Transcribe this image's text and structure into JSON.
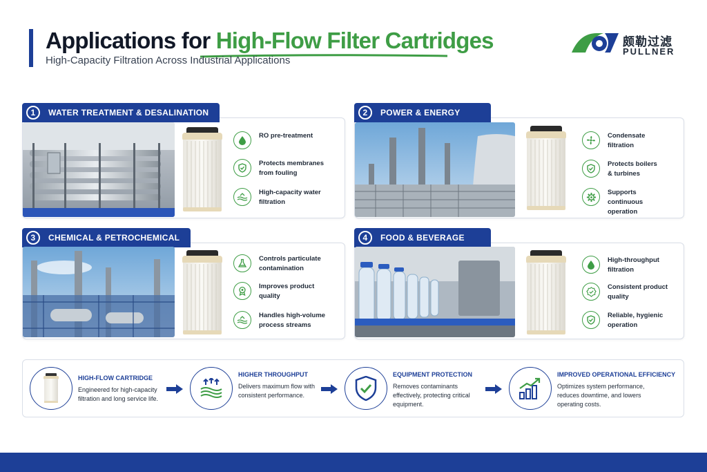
{
  "header": {
    "title_prefix": "Applications for",
    "title_accent": "High-Flow Filter Cartridges",
    "subtitle": "High-Capacity Filtration Across Industrial Applications"
  },
  "logo": {
    "chinese": "颇勒过滤",
    "english": "PULLNER",
    "icon": "pullner-logo-icon"
  },
  "colors": {
    "brand_blue": "#1d3f97",
    "accent_green": "#3e9d45"
  },
  "sections": [
    {
      "number": "1",
      "title": "WATER TREATMENT & DESALINATION",
      "features": [
        {
          "icon": "water-drop-icon",
          "text": "RO pre-treatment"
        },
        {
          "icon": "shield-check-icon",
          "text": "Protects membranes from fouling"
        },
        {
          "icon": "water-waves-icon",
          "text": "High-capacity water filtration"
        }
      ]
    },
    {
      "number": "2",
      "title": "POWER & ENERGY",
      "features": [
        {
          "icon": "fan-icon",
          "text": "Condensate filtration"
        },
        {
          "icon": "shield-check-icon",
          "text": "Protects boilers & turbines"
        },
        {
          "icon": "gear-icon",
          "text": "Supports continuous operation"
        }
      ]
    },
    {
      "number": "3",
      "title": "CHEMICAL & PETROCHEMICAL",
      "features": [
        {
          "icon": "flask-icon",
          "text": "Controls particulate contamination"
        },
        {
          "icon": "award-badge-icon",
          "text": "Improves product quality"
        },
        {
          "icon": "water-waves-icon",
          "text": "Handles high-volume process streams"
        }
      ]
    },
    {
      "number": "4",
      "title": "FOOD & BEVERAGE",
      "features": [
        {
          "icon": "water-drop-icon",
          "text": "High-throughput filtration"
        },
        {
          "icon": "quality-seal-icon",
          "text": "Consistent product quality"
        },
        {
          "icon": "shield-check-icon",
          "text": "Reliable, hygienic operation"
        }
      ]
    }
  ],
  "flow": [
    {
      "icon": "cartridge-icon",
      "title": "HIGH-FLOW CARTRIDGE",
      "desc": "Engineered for high-capacity filtration and long service life."
    },
    {
      "icon": "flow-waves-icon",
      "title": "HIGHER THROUGHPUT",
      "desc": "Delivers maximum flow with consistent performance."
    },
    {
      "icon": "shield-check-icon",
      "title": "EQUIPMENT PROTECTION",
      "desc": "Removes contaminants effectively, protecting critical equipment."
    },
    {
      "icon": "growth-chart-icon",
      "title": "IMPROVED OPERATIONAL EFFICIENCY",
      "desc": "Optimizes system performance, reduces downtime, and lowers operating costs."
    }
  ]
}
